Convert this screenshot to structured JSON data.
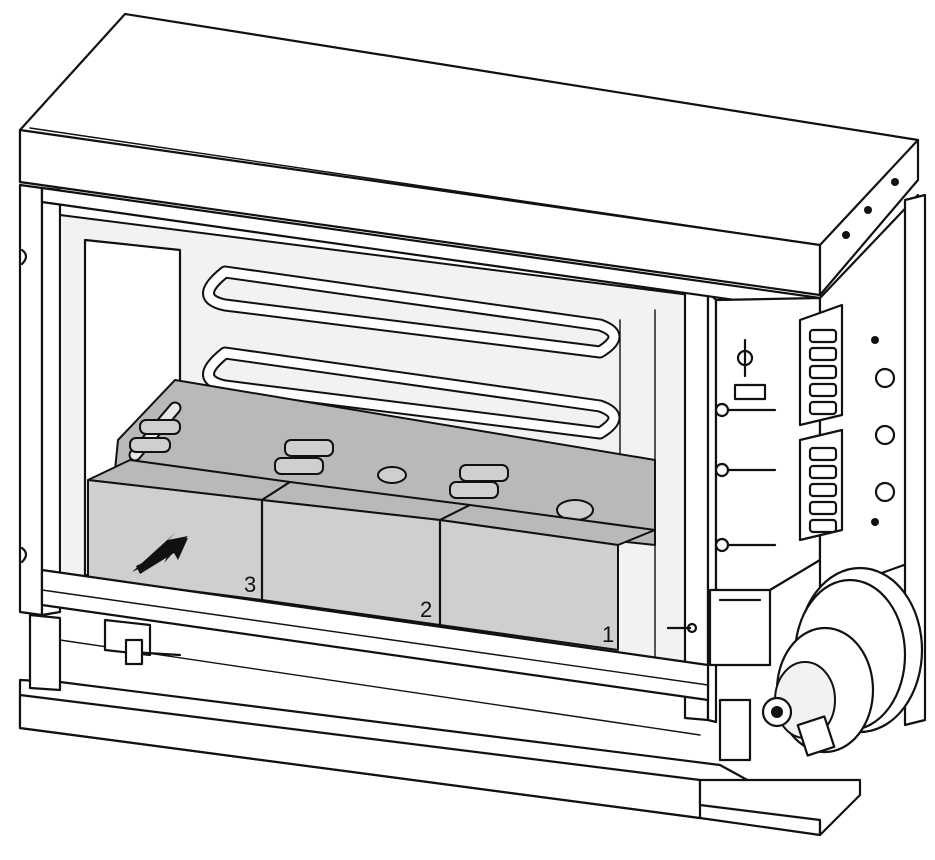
{
  "diagram": {
    "block_labels": [
      "1",
      "2",
      "3"
    ]
  },
  "icons": {
    "insert_arrow": "arrow-icon"
  }
}
